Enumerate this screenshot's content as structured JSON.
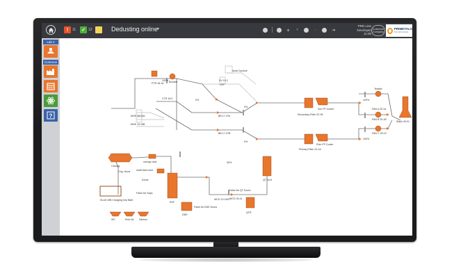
{
  "topbar": {
    "title": "Dedusting online",
    "title_caret": "▾",
    "chips": [
      {
        "name": "alarm",
        "symbol": "!",
        "count": "11",
        "color": "#e8522a"
      },
      {
        "name": "check",
        "symbol": "✓",
        "count": "12",
        "color": "#4fae3a"
      },
      {
        "name": "note",
        "symbol": "",
        "count": "",
        "color": "#f2d35c"
      }
    ],
    "icons": [
      "camera-icon",
      "gear-icon",
      "plus-icon",
      "chevron-icon",
      "info-icon",
      "more-icon",
      "user-icon",
      "logout-icon"
    ],
    "user": {
      "line1": "PRD Line",
      "line2": "Developer",
      "time": "11:05"
    },
    "customer_logo": "Customer Company",
    "brand_name": "PRIMETALS",
    "brand_sub": "TECHNOLOGIES"
  },
  "sidebar": {
    "group1": "Lab 1",
    "group2": "Common",
    "items": [
      {
        "name": "process-screen",
        "color": "#e8762d"
      },
      {
        "name": "plant-overview",
        "color": "#e8762d"
      },
      {
        "name": "calendar",
        "color": "#e8762d"
      },
      {
        "name": "atom",
        "color": "#4b9b3c"
      },
      {
        "name": "help",
        "color": "#3b62a8"
      }
    ]
  },
  "diagram": {
    "accent": "#e8762d",
    "labels": {
      "booster": "Booster",
      "ptr": "PTR 18.1A",
      "ctr": "CTR 18.0",
      "sv": "SV 19.2",
      "off": "OFF",
      "axial_cyclone": "Axial Cyclone",
      "mhk_a": "MHK 19.15A",
      "mhk_b": "MHK 19.15B",
      "bb": "BB 17.1FA",
      "bb2": "BB 17.1FB",
      "sec_fp_cooler": "Sec FP Cooler",
      "secondary_filter": "Secondary Filter 23.1B",
      "prim_fp_cooler": "Prim FP Cooler",
      "primary_filter": "Primary Filter 23.1A",
      "fan_a": "FAN A 25.1A",
      "fan_b": "FAN B 25.1B",
      "fan_c": "FAN C 25.1C",
      "testfan": "Testfan",
      "stack": "Stack 26.01",
      "canopy": "Canopy",
      "canopy_duct": "canopy duct",
      "shaft_fixed": "shaft fixed duct",
      "chg_hood": "Chg. Hood",
      "dome": "Dome",
      "false_air": "False Air Gaps",
      "eaf": "EAF",
      "slag_wb": "SLAG WB Charging Into Bath",
      "wc": "WC",
      "emb": "Emb Air",
      "dilution": "Dilution",
      "dde": "DDE",
      "false_dde": "False Air DDE Doors",
      "wcd": "WCD 19.1WC",
      "false_qt": "False Air QT Doors",
      "qt": "QT 18.8",
      "qtr": "QTR",
      "wcd2": "WCD 30.41",
      "pct_100": "100%",
      "pct_0": "0%",
      "pct_30": "30%"
    }
  }
}
